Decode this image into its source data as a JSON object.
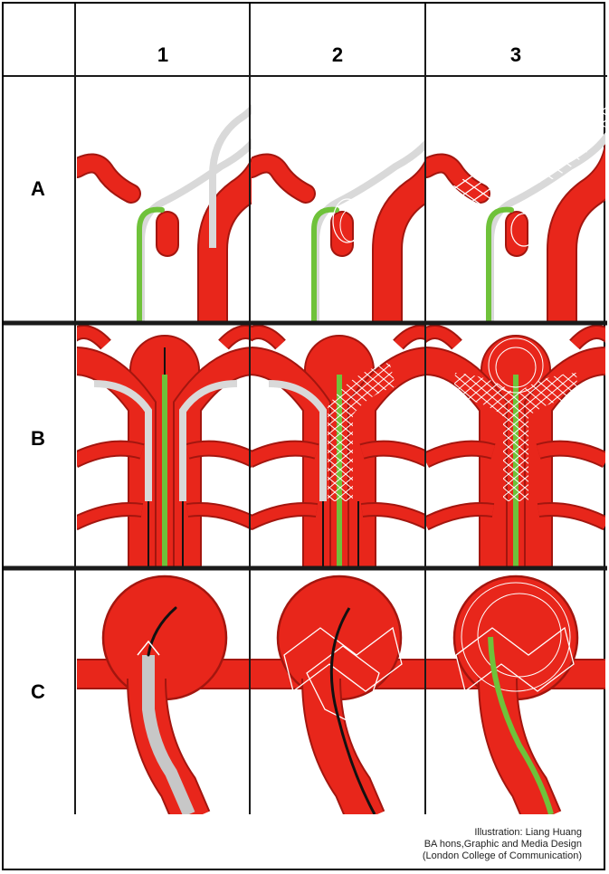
{
  "columns": [
    "1",
    "2",
    "3"
  ],
  "rows": [
    "A",
    "B",
    "C"
  ],
  "credit": {
    "line1": "Illustration: Liang Huang",
    "line2": "BA hons,Graphic and Media Design",
    "line3": "(London College of Communication)"
  },
  "colors": {
    "vessel": "#e8261b",
    "vessel_outline": "#a3160f",
    "vessel_inner": "#f15a3c",
    "guidewire": "#6fc23a",
    "catheter": "#d9d9d9",
    "mesh": "#ffffff",
    "wire": "#111111",
    "divider": "#1a1a1a"
  },
  "icons": {
    "stent": "mesh-stent",
    "coil": "coil-loop",
    "catheter": "catheter-tube"
  }
}
